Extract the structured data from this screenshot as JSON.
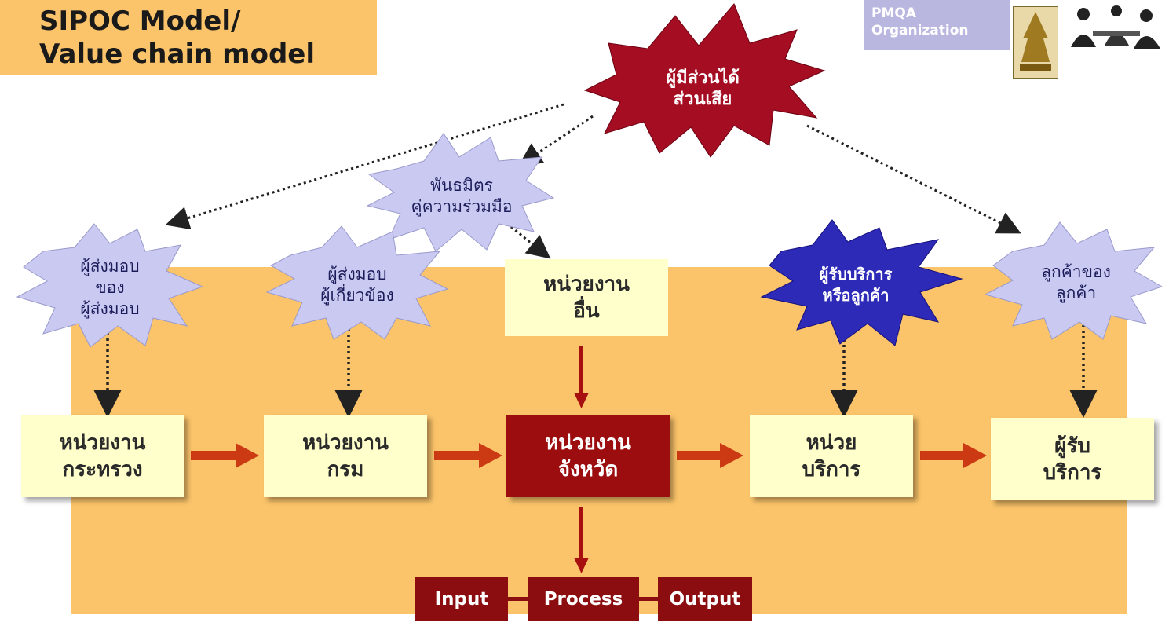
{
  "title": {
    "line1": "SIPOC Model/",
    "line2": "Value chain model"
  },
  "logo": {
    "line1": "PMQA",
    "line2": "Organization"
  },
  "stakeholder": {
    "line1": "ผู้มีส่วนได้",
    "line2": "ส่วนเสีย"
  },
  "partner": {
    "line1": "พันธมิตร",
    "line2": "คู่ความร่วมมือ"
  },
  "suppliers_of_suppliers": {
    "line1": "ผู้ส่งมอบ",
    "line2": "ของ",
    "line3": "ผู้ส่งมอบ"
  },
  "related_suppliers": {
    "line1": "ผู้ส่งมอบ",
    "line2": "ผู้เกี่ยวข้อง"
  },
  "other_units": {
    "line1": "หน่วยงาน",
    "line2": "อื่น"
  },
  "service_recipients": {
    "line1": "ผู้รับบริการ",
    "line2": "หรือลูกค้า"
  },
  "customers_of_customers": {
    "line1": "ลูกค้าของ",
    "line2": "ลูกค้า"
  },
  "chain": [
    {
      "line1": "หน่วยงาน",
      "line2": "กระทรวง"
    },
    {
      "line1": "หน่วยงาน",
      "line2": "กรม"
    },
    {
      "line1": "หน่วยงาน",
      "line2": "จังหวัด"
    },
    {
      "line1": "หน่วย",
      "line2": "บริการ"
    },
    {
      "line1": "ผู้รับ",
      "line2": "บริการ"
    }
  ],
  "ipo": {
    "input": "Input",
    "process": "Process",
    "output": "Output"
  },
  "colors": {
    "panel": "#fbc46a",
    "light_box": "#ffffcc",
    "dark_red": "#9b0d0f",
    "arrow": "#cc3a14",
    "burst_lavender": "#c9c9f2",
    "burst_blue": "#2e2ab8"
  }
}
